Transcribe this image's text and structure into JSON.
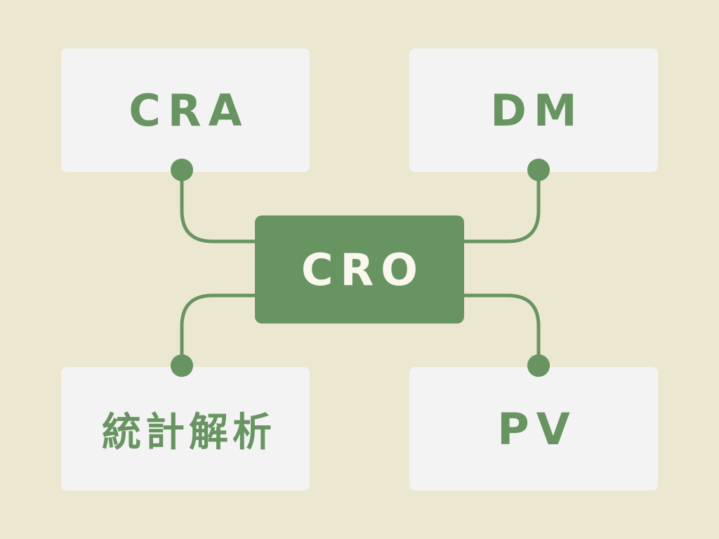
{
  "center": {
    "label": "CRO"
  },
  "nodes": [
    {
      "label": "CRA",
      "position": "top-left"
    },
    {
      "label": "DM",
      "position": "top-right"
    },
    {
      "label": "統計解析",
      "position": "bottom-left"
    },
    {
      "label": "PV",
      "position": "bottom-right"
    }
  ],
  "colors": {
    "background": "#ece7d0",
    "accent": "#689462",
    "box": "#f3f3f3",
    "center_text": "#faf7ef"
  }
}
